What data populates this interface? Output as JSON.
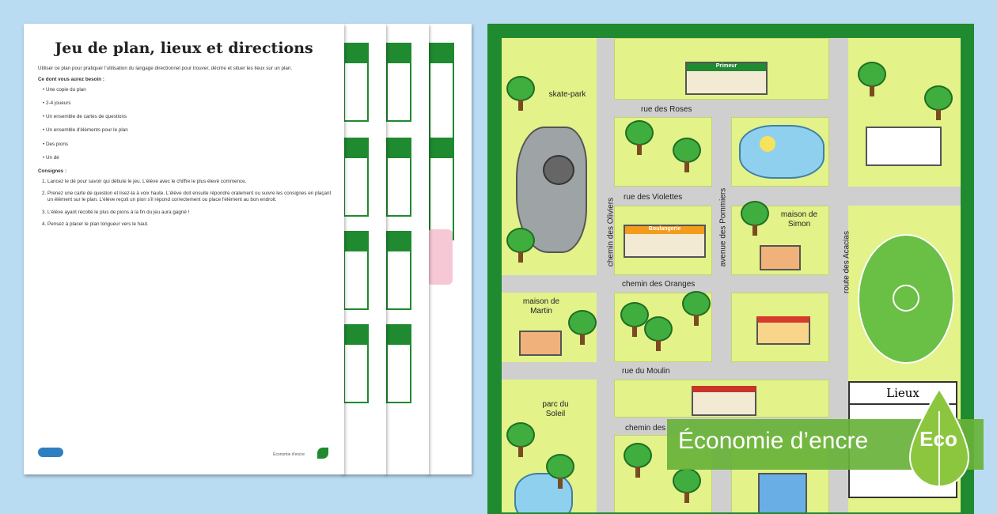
{
  "worksheet": {
    "title": "Jeu de plan, lieux et directions",
    "intro": "Utiliser ce plan pour pratiquer l'utilisation du langage directionnel pour trouver, décrire et situer les lieux sur un plan.",
    "needs_label": "Ce dont vous aurez besoin :",
    "needs": [
      "Une copie du plan",
      "2-4 joueurs",
      "Un ensemble de cartes de questions",
      "Un ensemble d'éléments pour le plan",
      "Des pions",
      "Un dé"
    ],
    "instructions_label": "Consignes :",
    "instructions": [
      "Lancez le dé pour savoir qui débute le jeu. L'élève avec le chiffre le plus élevé commence.",
      "Prenez une carte de question et lisez-la à voix haute. L'élève doit ensuite répondre oralement ou suivre les consignes en plaçant un élément sur le plan. L'élève reçoit un pion s'il répond correctement ou place l'élément au bon endroit.",
      "L'élève ayant récolté le plus de pions à la fin du jeu aura gagné !",
      "Pensez à placer le plan longueur vers le haut."
    ],
    "footer_right": "Économie d'encre"
  },
  "map": {
    "streets": {
      "roses": "rue des Roses",
      "violettes": "rue des Violettes",
      "oranges": "chemin des Oranges",
      "moulin": "rue du Moulin",
      "cerises": "chemin des",
      "oliviers": "chemin des Oliviers",
      "pommiers": "avenue des Pommiers",
      "acacias": "route des Acacias"
    },
    "places": {
      "skatepark": "skate-park",
      "primeur": "Primeur",
      "boulangerie": "Boulangerie",
      "simon": "maison de Simon",
      "martin": "maison de Martin",
      "parc": "parc du Soleil"
    },
    "legend_title": "Lieux"
  },
  "eco_banner": {
    "text": "Économie d’encre",
    "badge": "Eco"
  },
  "colors": {
    "green": "#1f8a2f",
    "grass": "#e3f289",
    "road": "#cfcfcf",
    "background": "#b9dcf2"
  }
}
